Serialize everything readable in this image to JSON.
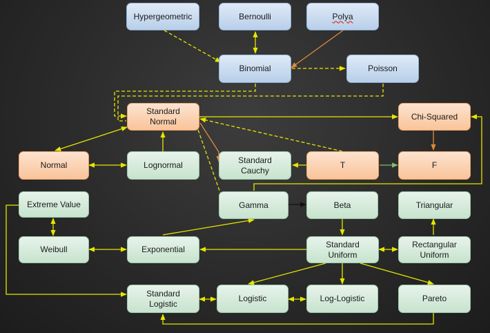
{
  "colors": {
    "solid_link": "#e6e600",
    "dashed_link": "#e6e600",
    "orange_link": "#e08a3c",
    "green_link": "#7fbf6a",
    "dark_link": "#1a1a1a"
  },
  "nodes": {
    "hypergeometric": "Hypergeometric",
    "bernoulli": "Bernoulli",
    "polya": "Polya",
    "binomial": "Binomial",
    "poisson": "Poisson",
    "standard_normal": "Standard\nNormal",
    "chi_squared": "Chi-Squared",
    "normal": "Normal",
    "lognormal": "Lognormal",
    "standard_cauchy": "Standard\nCauchy",
    "t": "T",
    "f": "F",
    "extreme_value": "Extreme Value",
    "gamma": "Gamma",
    "beta": "Beta",
    "triangular": "Triangular",
    "weibull": "Weibull",
    "exponential": "Exponential",
    "standard_uniform": "Standard\nUniform",
    "rectangular_uniform": "Rectangular\nUniform",
    "standard_logistic": "Standard\nLogistic",
    "logistic": "Logistic",
    "log_logistic": "Log-Logistic",
    "pareto": "Pareto"
  }
}
